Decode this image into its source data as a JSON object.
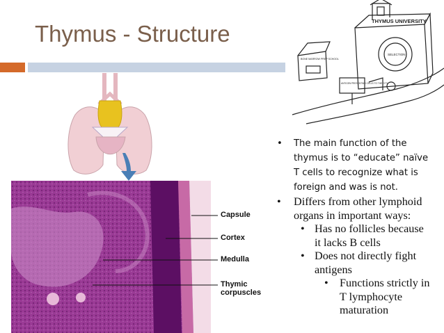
{
  "slide": {
    "title": "Thymus - Structure"
  },
  "colors": {
    "title": "#7a5f4b",
    "accent_orange": "#d46a2a",
    "accent_blue": "#c6d2e2",
    "tissue_purple": "#8c2a8a"
  },
  "cartoon": {
    "university_sign": "THYMUS UNIVERSITY",
    "seal_text": "SELECTION",
    "prep_school_sign": "BONE MARROW PREP SCHOOL",
    "exit_sign": "ANTIGEN PRESENTING CELLS TO THE CITY"
  },
  "diagram_labels": {
    "capsule": "Capsule",
    "cortex": "Cortex",
    "medulla": "Medulla",
    "thymic_line1": "Thymic",
    "thymic_line2": "corpuscles"
  },
  "bullets": {
    "bullet_char": "•",
    "b1_line1": "The main function of the",
    "b1_line2": "thymus is to “educate” naïve",
    "b1_line3": "T cells to recognize what is",
    "b1_line4": "foreign and was is not.",
    "b2_line1": "Differs from other lymphoid",
    "b2_line2": "organs in important ways:",
    "b3_line1": "Has no follicles because",
    "b3_line2": "it lacks B cells",
    "b4_line1": "Does not directly fight",
    "b4_line2": "antigens",
    "b5_line1": "Functions strictly in",
    "b5_line2": "T lymphocyte",
    "b5_line3": "maturation"
  }
}
